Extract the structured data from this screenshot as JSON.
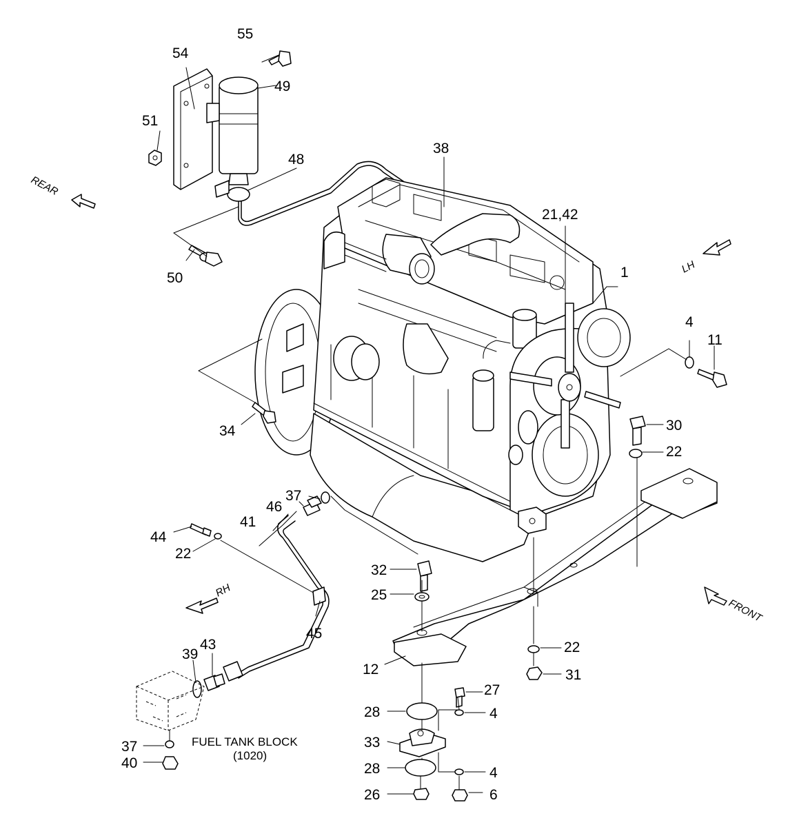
{
  "labels": {
    "p1": "1",
    "p4a": "4",
    "p4b": "4",
    "p4c": "4",
    "p6": "6",
    "p11": "11",
    "p12": "12",
    "p21_42": "21,42",
    "p22a": "22",
    "p22b": "22",
    "p22c": "22",
    "p25": "25",
    "p26": "26",
    "p27": "27",
    "p28a": "28",
    "p28b": "28",
    "p30": "30",
    "p31": "31",
    "p32": "32",
    "p33": "33",
    "p34": "34",
    "p37a": "37",
    "p37b": "37",
    "p38": "38",
    "p39": "39",
    "p40": "40",
    "p41": "41",
    "p43": "43",
    "p44": "44",
    "p45": "45",
    "p46": "46",
    "p48": "48",
    "p49": "49",
    "p50": "50",
    "p51": "51",
    "p54": "54",
    "p55": "55"
  },
  "directions": {
    "rear": "REAR",
    "lh": "LH",
    "rh": "RH",
    "front": "FRONT"
  },
  "caption": {
    "line1": "FUEL TANK BLOCK",
    "line2": "(1020)"
  }
}
